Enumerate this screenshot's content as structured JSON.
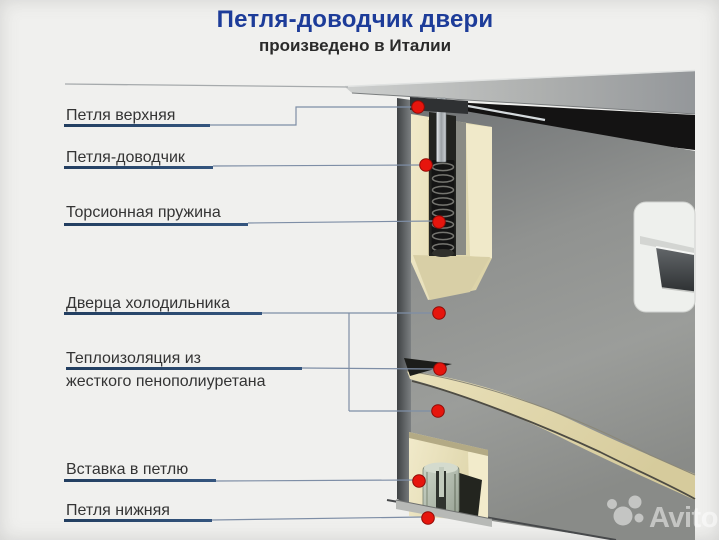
{
  "title": {
    "text": "Петля-доводчик двери",
    "subtitle": "произведено в Италии"
  },
  "callouts": {
    "items": [
      {
        "text": "Петля верхняя"
      },
      {
        "text": "Петля-доводчик"
      },
      {
        "text": "Торсионная пружина"
      },
      {
        "text": "Дверца холодильника"
      },
      {
        "text": "Теплоизоляция из",
        "text2": "жесткого пенополиуретана"
      },
      {
        "text": "Вставка в петлю"
      },
      {
        "text": "Петля нижняя"
      }
    ]
  },
  "diagram": {
    "subject": "рефрижератор: разрез дверцы с петлёй-доводчиком",
    "marker_count": 8,
    "parts": [
      "столешница",
      "петля верхняя",
      "штифт доводчика",
      "торсионная пружина",
      "дверца",
      "теплоизоляция (пенополиуретан)",
      "вставка в петлю",
      "петля нижняя",
      "ручка двери"
    ]
  },
  "watermark": {
    "text": "Avito"
  },
  "colors": {
    "background": "#f0f0ee",
    "title_blue": "#1d3c99",
    "subtitle_dark": "#2a2a2a",
    "label_text": "#343434",
    "label_underline": "#2b486e",
    "connector_line": "#7e8ea6",
    "marker_red": "#e6150d",
    "insulation_cream": "#ece4c0",
    "door_gray": "#8f918e",
    "countertop_gray": "#b4b6b5",
    "watermark_white": "#ffffff"
  }
}
